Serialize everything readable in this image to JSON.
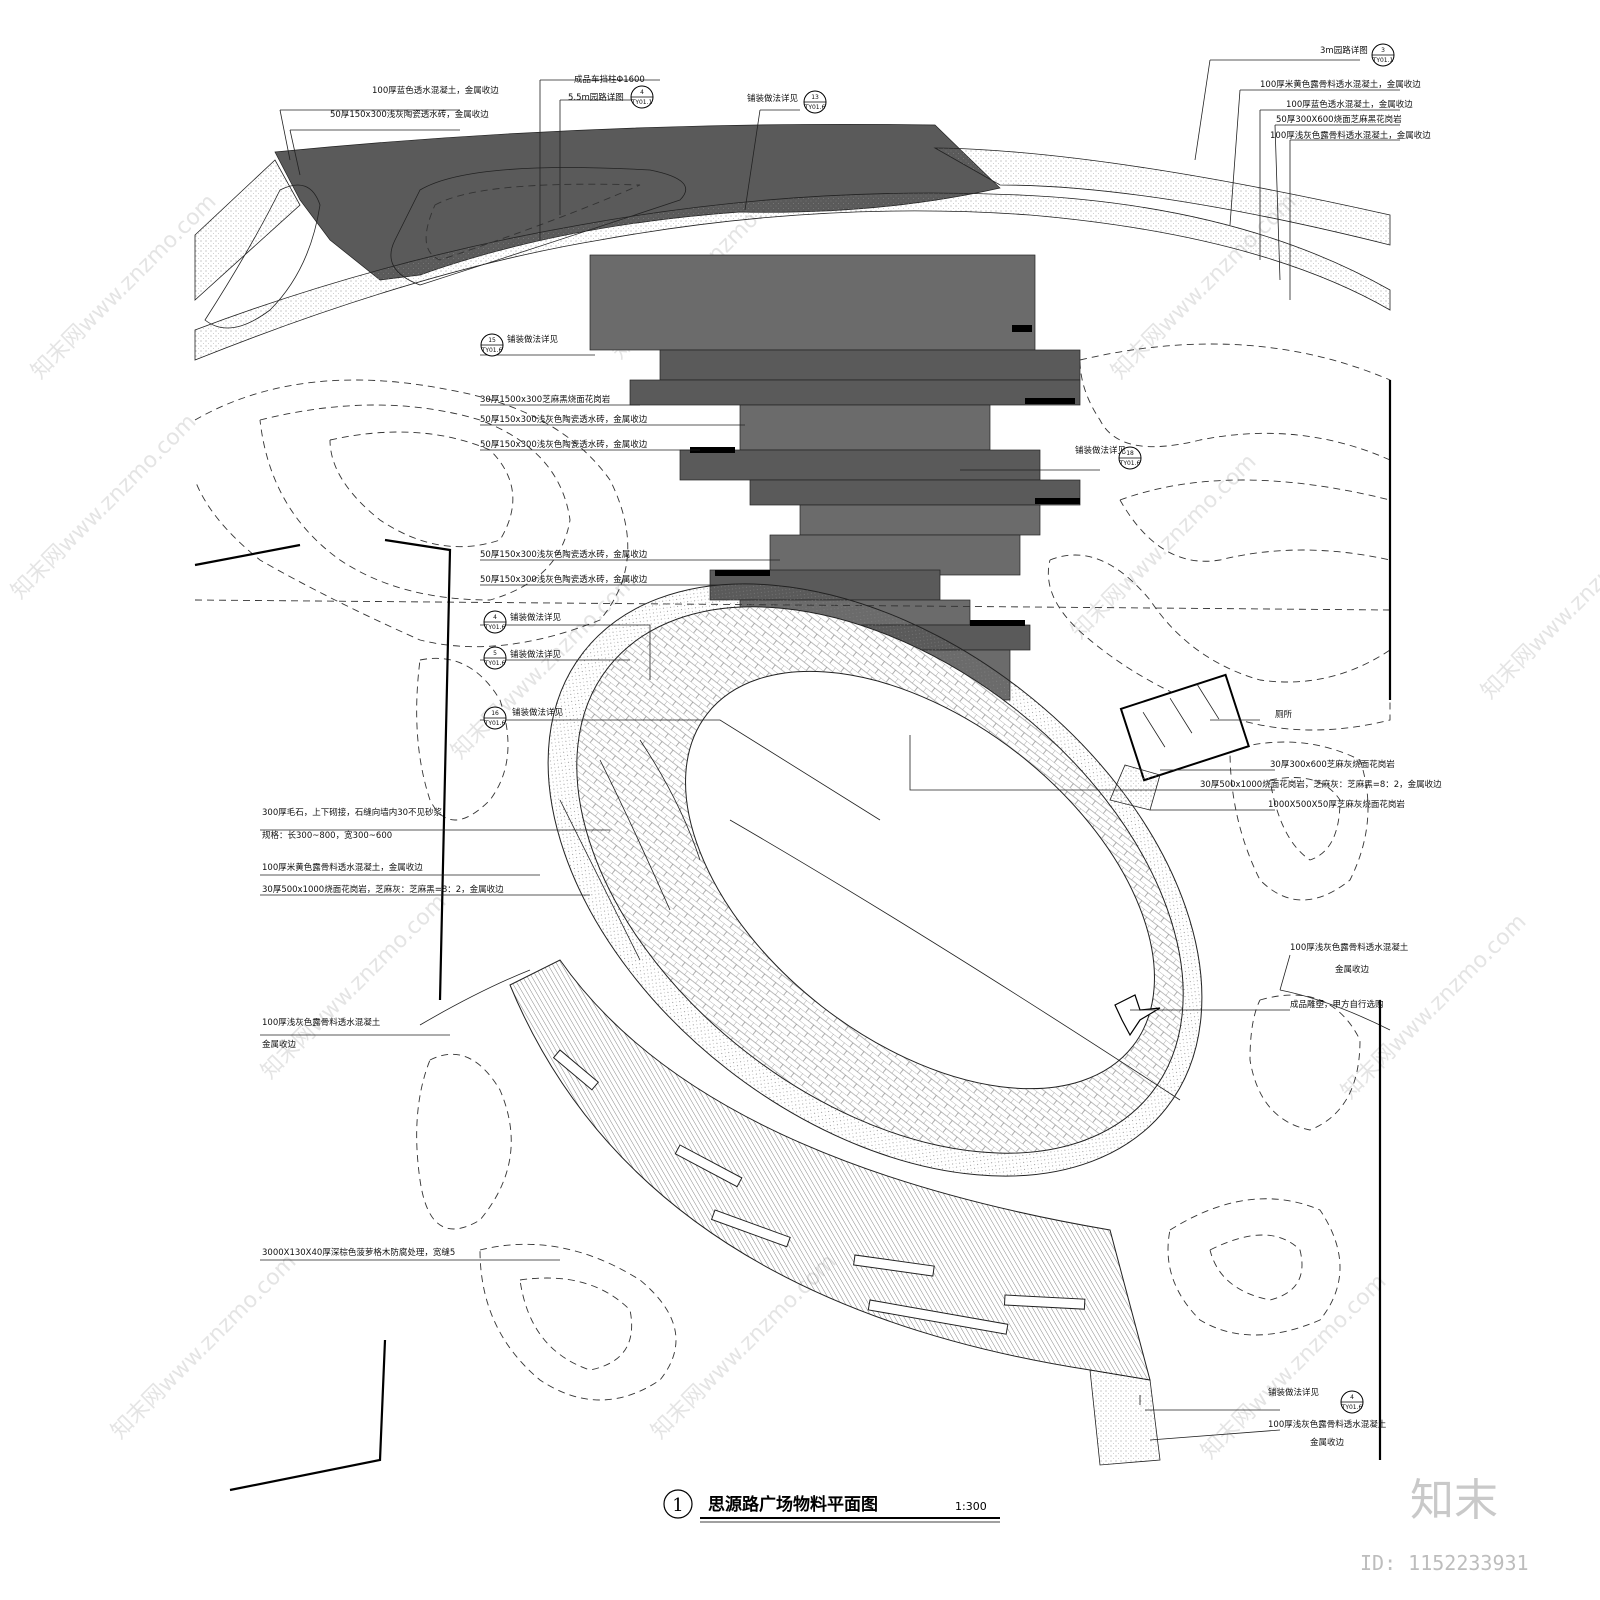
{
  "title": {
    "number": "1",
    "text": "思源路广场物料平面图",
    "scale": "1:300"
  },
  "brand": {
    "logo": "知末",
    "id": "ID: 1152233931"
  },
  "watermark": "知末网www.znzmo.com",
  "callouts": [
    {
      "text": "100厚蓝色透水混凝土，金属收边"
    },
    {
      "text": "50厚150x300浅灰陶瓷透水砖，金属收边"
    },
    {
      "text": "成品车挡柱Φ1600"
    },
    {
      "text": "5.5m园路详图",
      "ref": "4",
      "sheet": "TY01.1"
    },
    {
      "text": "铺装做法详见",
      "ref": "13",
      "sheet": "TY01.6"
    },
    {
      "text": "3m园路详图",
      "ref": "3",
      "sheet": "TY01.1"
    },
    {
      "text": "100厚米黄色露骨料透水混凝土，金属收边"
    },
    {
      "text": "100厚蓝色透水混凝土，金属收边"
    },
    {
      "text": "50厚300X600烧面芝麻黑花岗岩"
    },
    {
      "text": "100厚浅灰色露骨料透水混凝土，金属收边"
    },
    {
      "text": "铺装做法详见",
      "ref": "15",
      "sheet": "TY01.6"
    },
    {
      "text": "30厚1500x300芝麻黑烧面花岗岩"
    },
    {
      "text": "50厚150x300浅灰色陶瓷透水砖，金属收边"
    },
    {
      "text": "50厚150x300浅灰色陶瓷透水砖，金属收边"
    },
    {
      "text": "铺装做法详见",
      "ref": "18",
      "sheet": "TY01.6"
    },
    {
      "text": "50厚150x300浅灰色陶瓷透水砖，金属收边"
    },
    {
      "text": "50厚150x300浅灰色陶瓷透水砖，金属收边"
    },
    {
      "text": "铺装做法详见",
      "ref": "4",
      "sheet": "TY01.6"
    },
    {
      "text": "铺装做法详见",
      "ref": "5",
      "sheet": "TY01.6"
    },
    {
      "text": "铺装做法详见",
      "ref": "16",
      "sheet": "TY01.6"
    },
    {
      "text": "厕所"
    },
    {
      "text": "30厚300x600芝麻灰烧面花岗岩"
    },
    {
      "text": "30厚500x1000烧面花岗岩，芝麻灰：芝麻黑=8：2，金属收边"
    },
    {
      "text": "1000X500X50厚芝麻灰烧面花岗岩"
    },
    {
      "text": "300厚毛石，上下砌接，石缝向墙内30不见砂浆"
    },
    {
      "text": "规格：长300~800，宽300~600"
    },
    {
      "text": "100厚米黄色露骨料透水混凝土，金属收边"
    },
    {
      "text": "30厚500x1000烧面花岗岩，芝麻灰：芝麻黑=8：2，金属收边"
    },
    {
      "text": "100厚浅灰色露骨料透水混凝土"
    },
    {
      "text": "金属收边"
    },
    {
      "text": "成品雕塑，甲方自行选购"
    },
    {
      "text": "100厚浅灰色露骨料透水混凝土"
    },
    {
      "text": "金属收边"
    },
    {
      "text": "3000X130X40厚深棕色菠萝格木防腐处理，宽缝5"
    },
    {
      "text": "铺装做法详见",
      "ref": "4",
      "sheet": "TY01.6"
    },
    {
      "text": "100厚浅灰色露骨料透水混凝土"
    },
    {
      "text": "金属收边"
    }
  ]
}
